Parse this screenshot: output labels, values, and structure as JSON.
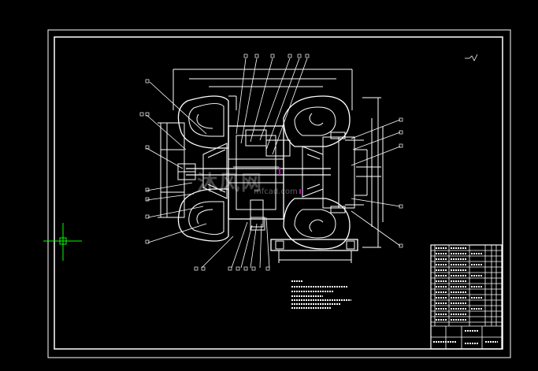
{
  "drawing": {
    "background": "#000000",
    "line_color": "#ffffff",
    "highlight_color": "#ff00ff",
    "cursor_color": "#00ff00"
  },
  "watermark": {
    "text": "沐风网",
    "sub_text": "mfcad.com",
    "kind": "logo"
  },
  "icons": {
    "cursor": "crosshair-cursor-icon"
  }
}
